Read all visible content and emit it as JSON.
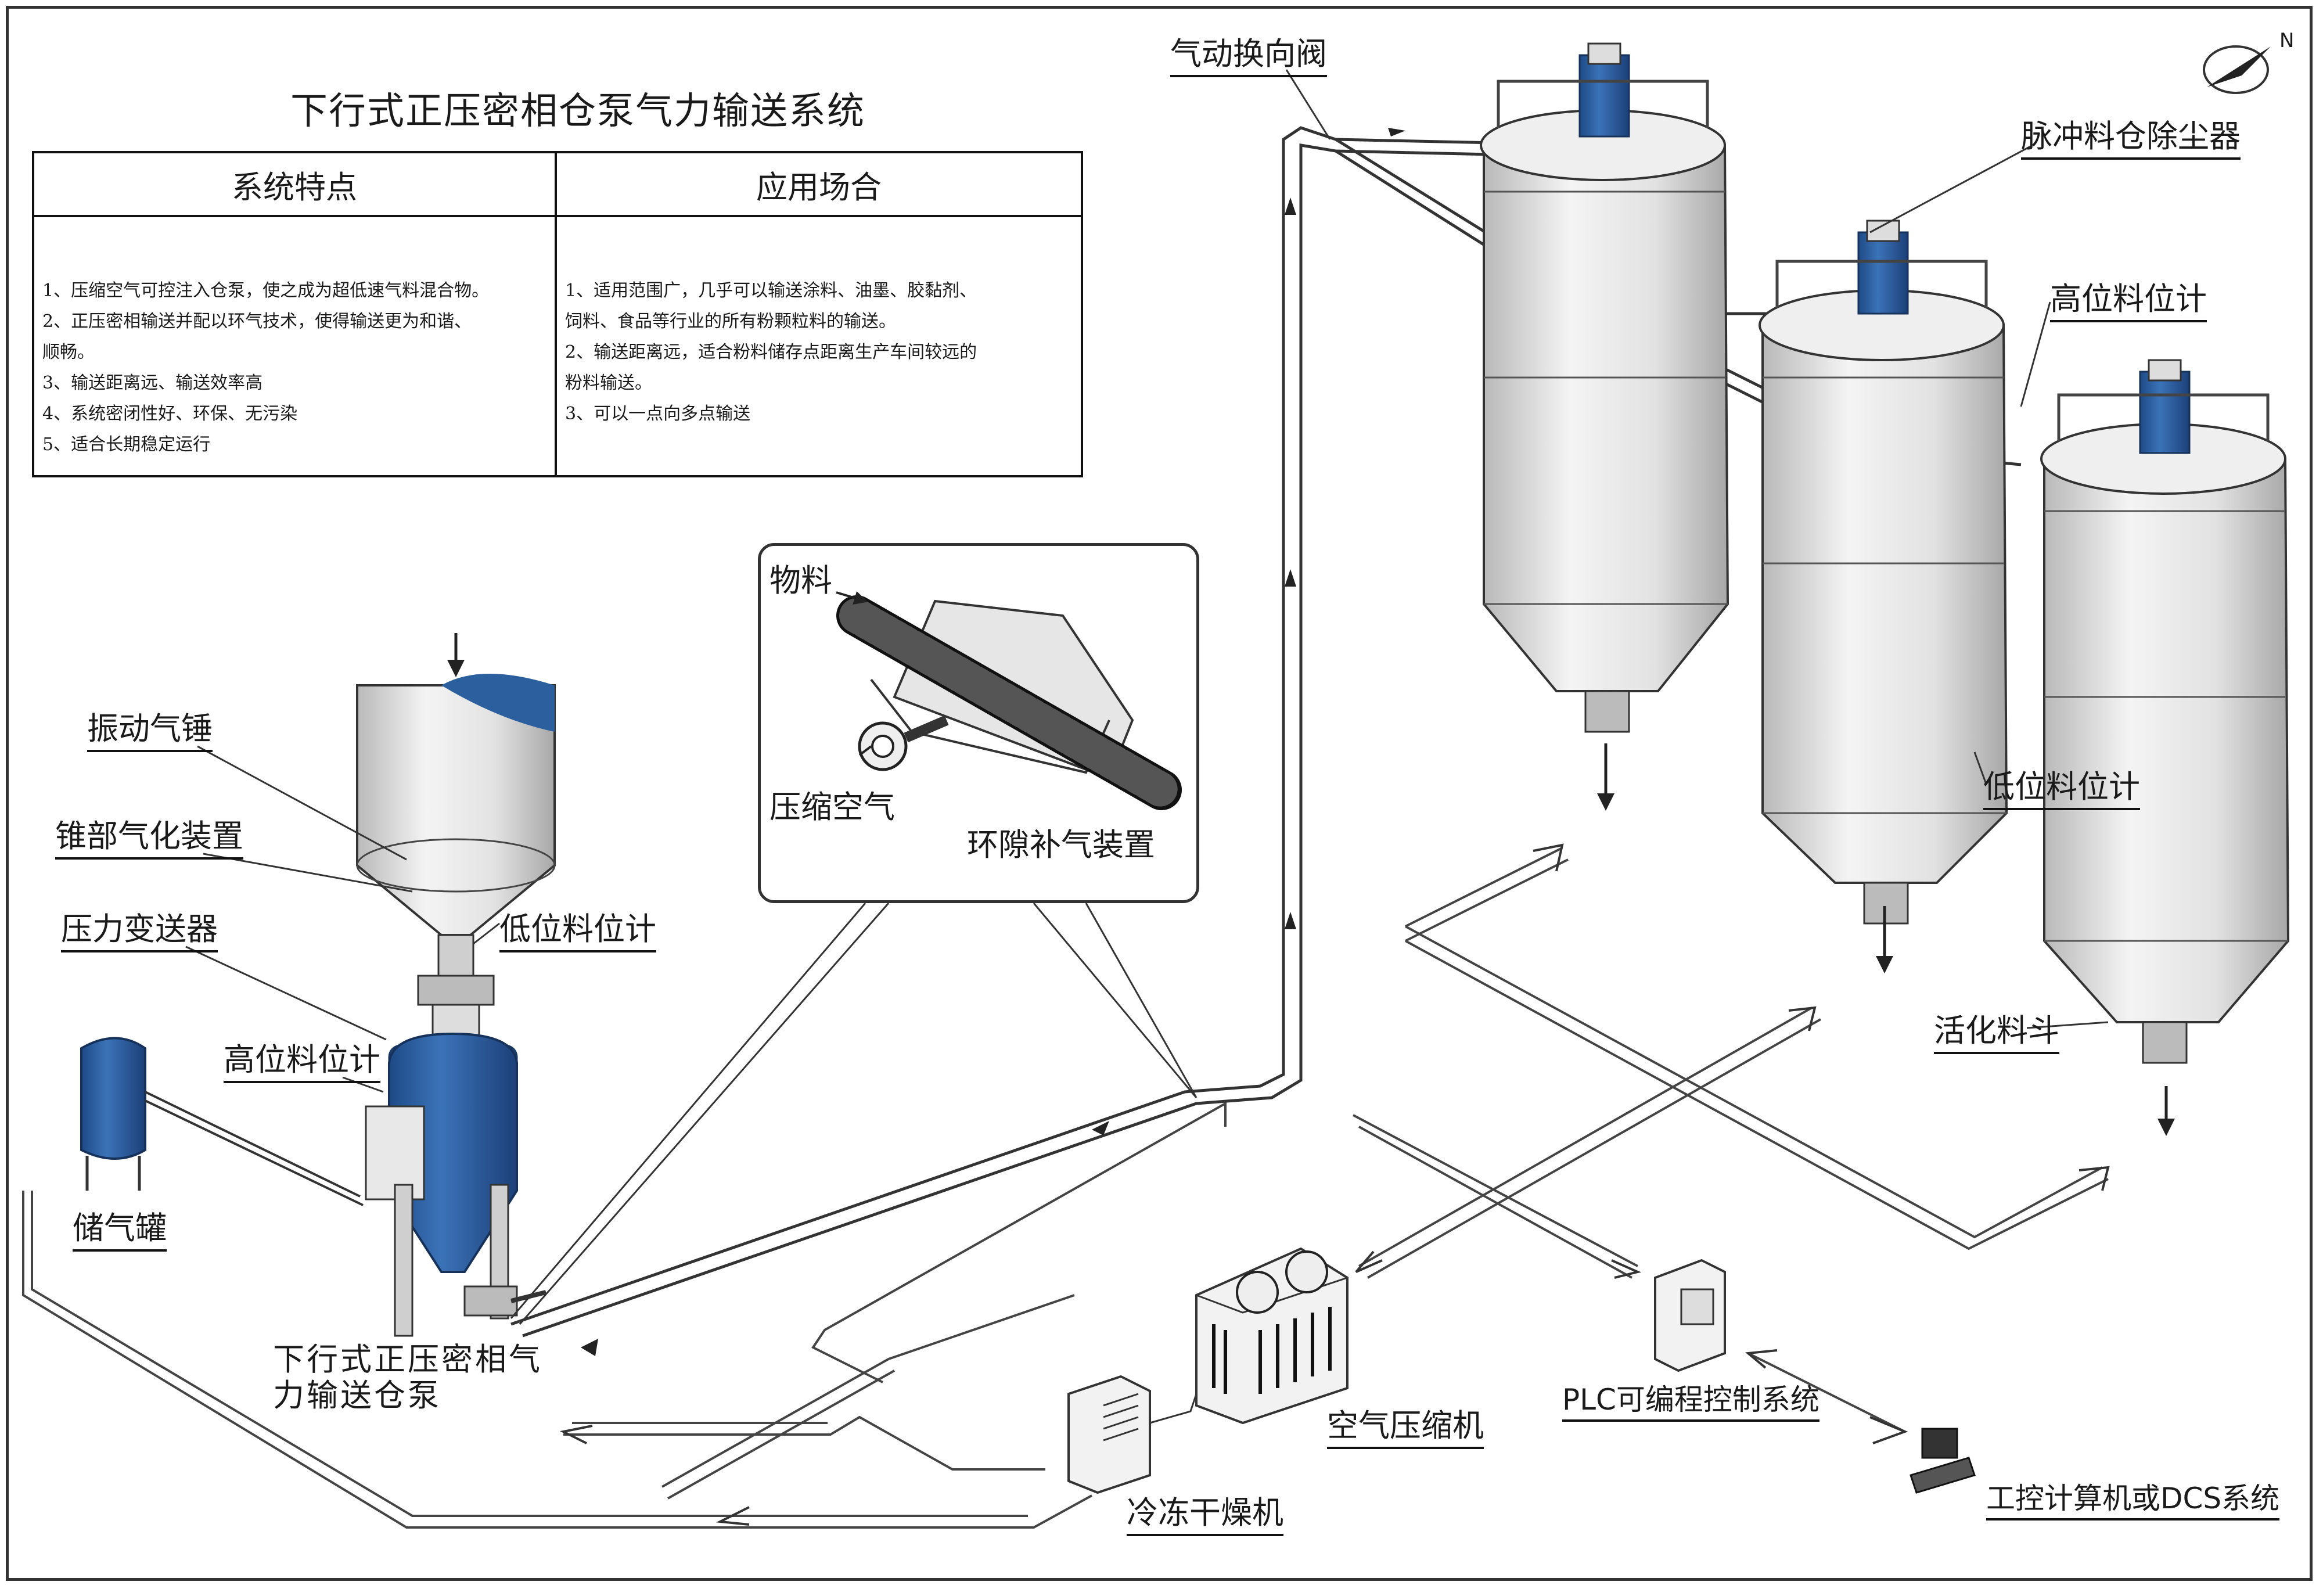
{
  "title": "下行式正压密相仓泵气力输送系统",
  "table": {
    "headers": [
      "系统特点",
      "应用场合"
    ],
    "features": [
      "1、压缩空气可控注入仓泵，使之成为超低速气料混合物。",
      "2、正压密相输送并配以环气技术，使得输送更为和谐、",
      "顺畅。",
      "3、输送距离远、输送效率高",
      "4、系统密闭性好、环保、无污染",
      "5、适合长期稳定运行"
    ],
    "applications": [
      "1、适用范围广，几乎可以输送涂料、油墨、胶黏剂、",
      "饲料、食品等行业的所有粉颗粒料的输送。",
      "2、输送距离远，适合粉料储存点距离生产车间较远的",
      "粉料输送。",
      "3、可以一点向多点输送"
    ]
  },
  "labels": {
    "vibration_hammer": "振动气锤",
    "cone_aeration": "锥部气化装置",
    "pressure_transmitter": "压力变送器",
    "low_level_left": "低位料位计",
    "high_level_left": "高位料位计",
    "air_tank": "储气罐",
    "pump_name": [
      "下行式正压密相气",
      "力输送仓泵"
    ],
    "inset_material": "物料",
    "inset_air": "压缩空气",
    "inset_device": "环隙补气装置",
    "diverter_valve": "气动换向阀",
    "pulse_dust_collector": "脉冲料仓除尘器",
    "high_level_right": "高位料位计",
    "low_level_right": "低位料位计",
    "activation_hopper": "活化料斗",
    "air_compressor": "空气压缩机",
    "freeze_dryer": "冷冻干燥机",
    "plc": "PLC可编程控制系统",
    "ipc_dcs": "工控计算机或DCS系统",
    "compass_n": "N"
  },
  "colors": {
    "vessel_blue": "#2c5f9e",
    "silo_grey": "#dcdcdc",
    "line": "#333333"
  }
}
